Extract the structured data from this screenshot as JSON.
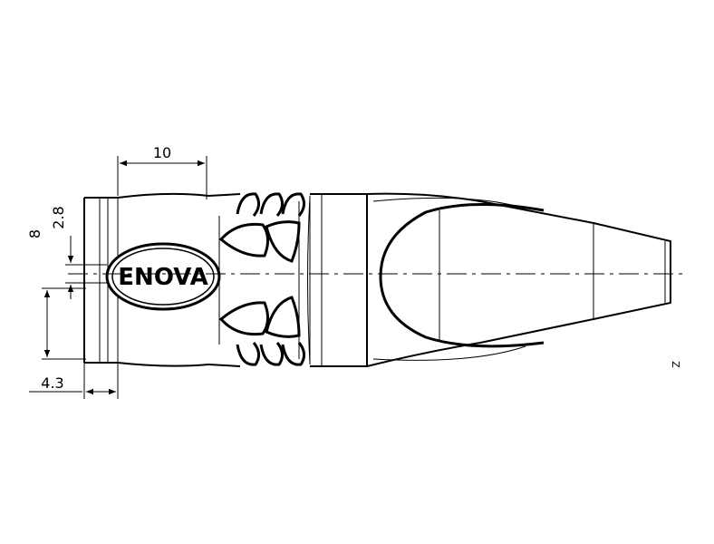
{
  "drawing": {
    "logo": "ENOVA",
    "dimensions": {
      "width_top": "10",
      "height_outer": "8",
      "height_inner": "2.8",
      "offset_bottom": "4.3"
    },
    "corner_mark": "Z"
  },
  "colors": {
    "line": "#000000",
    "background": "#ffffff"
  }
}
